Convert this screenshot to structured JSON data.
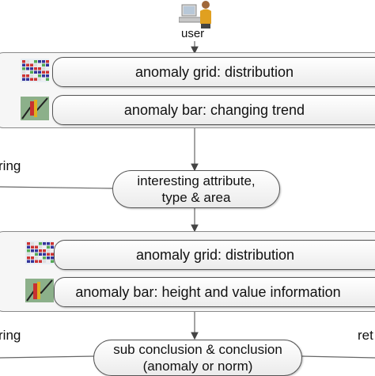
{
  "user": {
    "label": "user"
  },
  "panel_top": {
    "items": [
      {
        "label": "anomaly grid: distribution",
        "icon": "anomaly-grid-thumbnail"
      },
      {
        "label": "anomaly bar: changing trend",
        "icon": "anomaly-bar-thumbnail"
      }
    ]
  },
  "middle_node": {
    "line1": "interesting attribute,",
    "line2": "type & area"
  },
  "panel_bottom": {
    "items": [
      {
        "label": "anomaly grid: distribution",
        "icon": "anomaly-grid-thumbnail"
      },
      {
        "label": "anomaly bar: height and value information",
        "icon": "anomaly-bar-thumbnail"
      }
    ]
  },
  "bottom_node": {
    "line1": "sub conclusion & conclusion",
    "line2": "(anomaly or norm)"
  },
  "edge_labels": {
    "left_top": "ring",
    "left_bottom": "ring",
    "right_bottom": "ret"
  }
}
